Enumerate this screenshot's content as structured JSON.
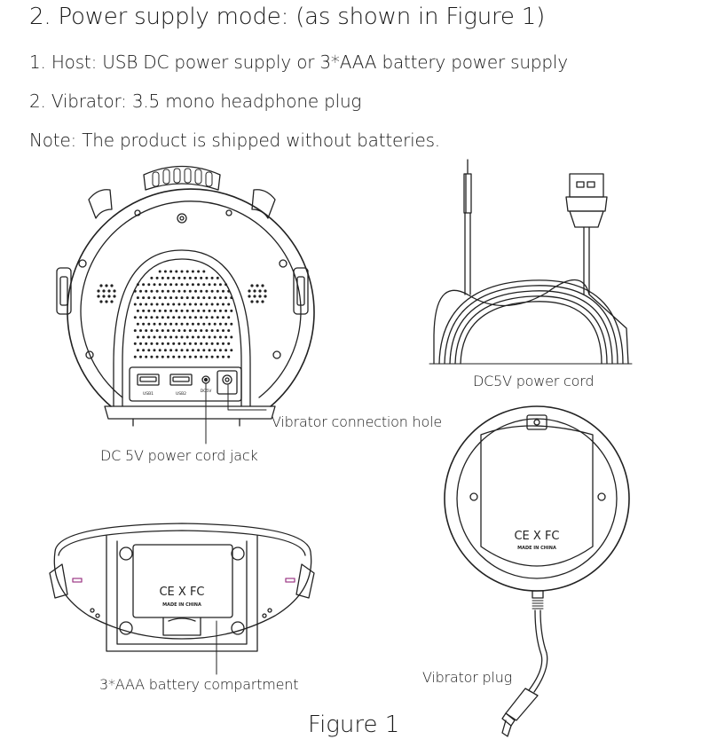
{
  "heading": "2. Power supply mode: (as shown in Figure 1)",
  "items": [
    "1. Host: USB DC power supply or 3*AAA battery power supply",
    "2. Vibrator: 3.5 mono headphone plug"
  ],
  "note": "Note: The product is shipped without batteries.",
  "labels": {
    "dc5v_power_cord": "DC5V power cord",
    "vibrator_connection_hole": "Vibrator connection hole",
    "dc_power_cord_jack": "DC 5V power cord jack",
    "battery_compartment": "3*AAA battery compartment",
    "vibrator_plug": "Vibrator plug"
  },
  "device_markings": {
    "port_usb1": "USB1",
    "port_usb2": "USB2",
    "port_dc5v": "DC5V",
    "certification": "CE X FC",
    "made_in": "MADE IN CHINA"
  },
  "figure_caption": "Figure 1",
  "colors": {
    "text": "#1a1a1a",
    "line_art": "#222222",
    "background": "#ffffff"
  }
}
